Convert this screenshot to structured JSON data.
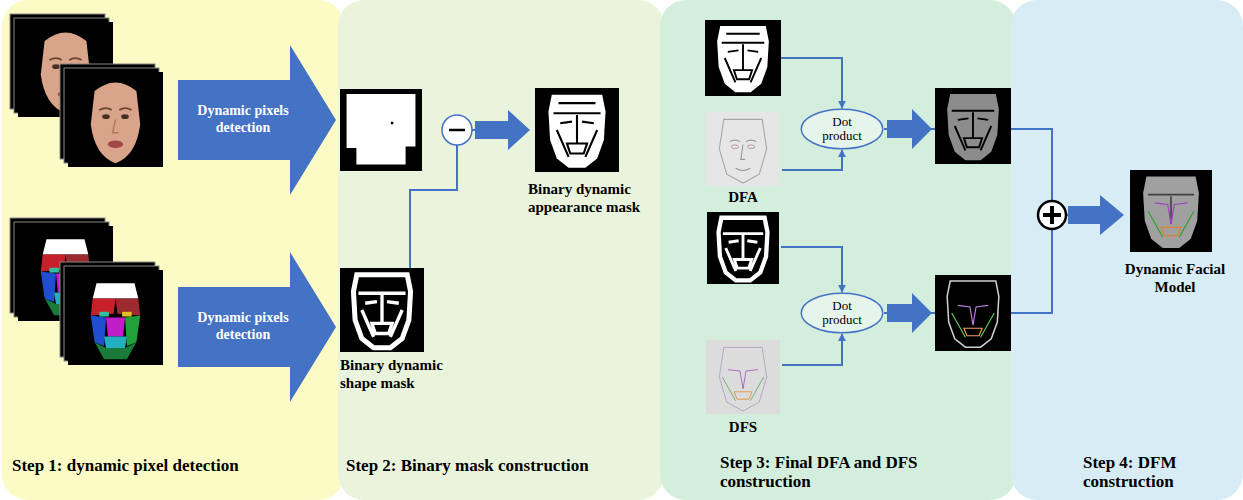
{
  "diagram": {
    "nodes": [
      {
        "text": [
          "Step 1: dynamic pixel detection"
        ]
      },
      {
        "text": [
          "Dynamic pixels detection"
        ],
        "in": 0
      },
      {
        "text": [
          "Dynamic pixels detection"
        ],
        "in": 0
      },
      {
        "text": [
          "Step 2: Binary mask construction"
        ]
      },
      {
        "text": [
          "Binary dynamic appearance mask"
        ],
        "in": 3
      },
      {
        "text": [
          "Binary dynamic shape mask"
        ],
        "in": 3
      },
      {
        "text": [
          "Step 3: Final DFA and DFS construction"
        ]
      },
      {
        "text": [
          "DFA"
        ],
        "in": 6
      },
      {
        "text": [
          "Dot product"
        ],
        "in": 6
      },
      {
        "text": [
          "DFS"
        ],
        "in": 6
      },
      {
        "text": [
          "Dot product"
        ],
        "in": 6
      },
      {
        "text": [
          "Step 4: DFM construction"
        ]
      },
      {
        "text": [
          "Dynamic Facial Model"
        ],
        "in": 11
      }
    ],
    "edges": [
      {
        "from": 5,
        "to": 4,
        "arrow": "to"
      },
      {
        "from": 7,
        "to": 8,
        "arrow": "to"
      },
      {
        "from": 9,
        "to": 10,
        "arrow": "to"
      },
      {
        "from": 8,
        "to": 12,
        "arrow": "to"
      },
      {
        "from": 10,
        "to": 12,
        "arrow": "to"
      }
    ]
  }
}
